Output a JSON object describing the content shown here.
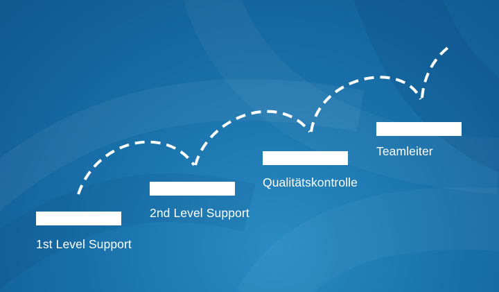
{
  "colors": {
    "background": "#1a72ab",
    "foreground": "#ffffff"
  },
  "steps": [
    {
      "label": "1st Level Support"
    },
    {
      "label": "2nd Level Support"
    },
    {
      "label": "Qualitätskontrolle"
    },
    {
      "label": "Teamleiter"
    }
  ]
}
